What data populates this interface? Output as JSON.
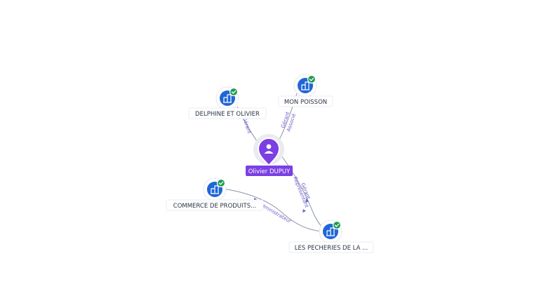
{
  "colors": {
    "person": "#7b3fe4",
    "company": "#1f66d6",
    "verified": "#1e9b4d",
    "edge": "#8a93a6",
    "edge_label": "#6a5acd"
  },
  "person": {
    "name": "Olivier DUPUY",
    "icon": "person-icon"
  },
  "companies": [
    {
      "id": "delphine",
      "label": "DELPHINE ET OLIVIER",
      "icon": "building-icon",
      "verified": true
    },
    {
      "id": "mon_poisson",
      "label": "MON POISSON",
      "icon": "building-icon",
      "verified": true
    },
    {
      "id": "commerce",
      "label": "COMMERCE DE PRODUITS...",
      "icon": "building-icon",
      "verified": true
    },
    {
      "id": "pecheries",
      "label": "LES PECHERIES DE LA ...",
      "icon": "building-icon",
      "verified": true
    }
  ],
  "relations": [
    {
      "from": "person",
      "to": "delphine",
      "label": "Gérant"
    },
    {
      "from": "person",
      "to": "mon_poisson",
      "label": "Gérant"
    },
    {
      "from": "person",
      "to": "mon_poisson",
      "label": "Associé"
    },
    {
      "from": "person",
      "to": "pecheries",
      "label": "Gérant"
    },
    {
      "from": "person",
      "to": "pecheries",
      "label": "Représentant"
    },
    {
      "from": "commerce",
      "to": "pecheries",
      "label": "Administrateur"
    }
  ]
}
